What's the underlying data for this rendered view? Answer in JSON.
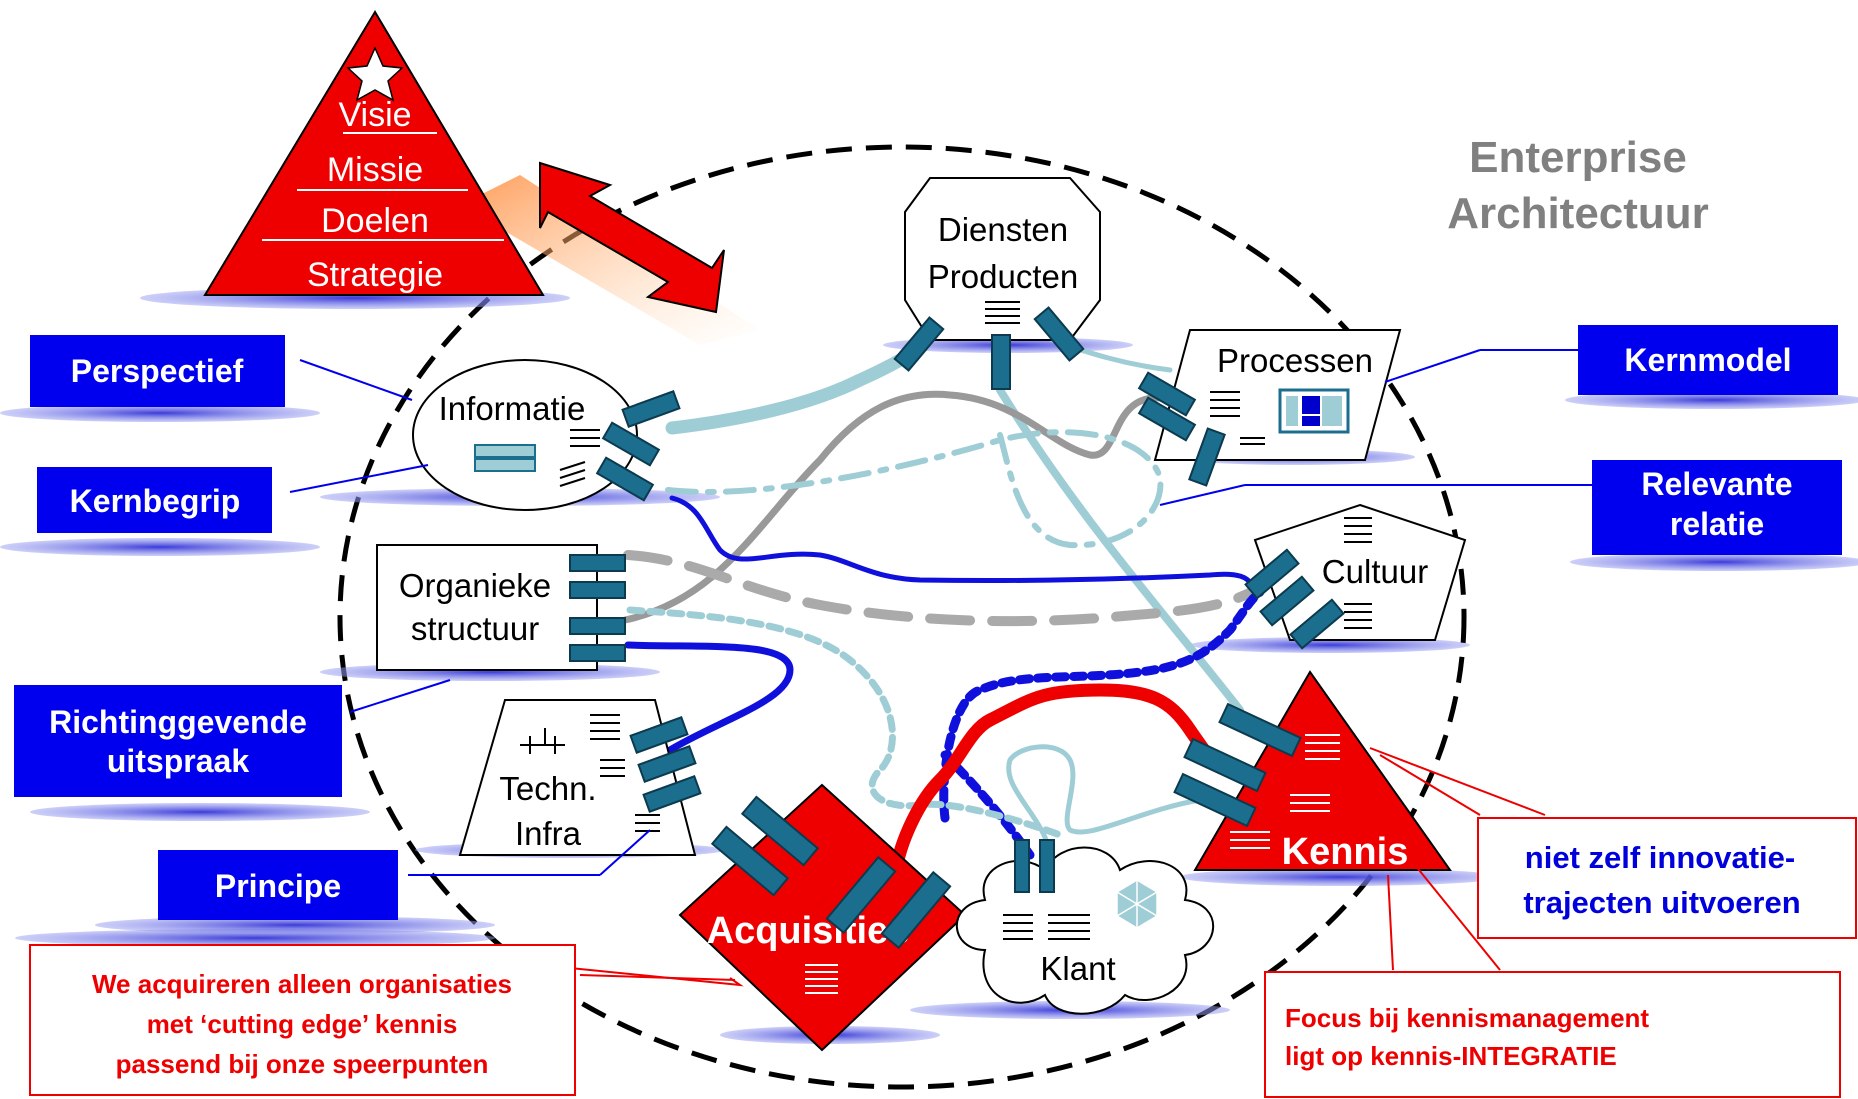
{
  "title": {
    "line1": "Enterprise",
    "line2": "Architectuur"
  },
  "pyramid": {
    "levels": [
      "Visie",
      "Missie",
      "Doelen",
      "Strategie"
    ],
    "icon": "star-icon"
  },
  "nodes": {
    "diensten": {
      "line1": "Diensten",
      "line2": "Producten"
    },
    "processen": "Processen",
    "informatie": "Informatie",
    "organisatie": {
      "line1": "Organieke",
      "line2": "structuur"
    },
    "cultuur": "Cultuur",
    "infra": {
      "line1": "Techn.",
      "line2": "Infra"
    },
    "acquisities": "Acquisities",
    "klant": "Klant",
    "kennis": "Kennis"
  },
  "labels": {
    "perspectief": "Perspectief",
    "kernbegrip": "Kernbegrip",
    "richting": {
      "line1": "Richtinggevende",
      "line2": "uitspraak"
    },
    "principe": "Principe",
    "kernmodel": "Kernmodel",
    "relevante": {
      "line1": "Relevante",
      "line2": "relatie"
    }
  },
  "callouts": {
    "acquisities": {
      "line1": "We acquireren alleen  organisaties",
      "line2": "met ‘cutting edge’ kennis",
      "line3": "passend bij onze speerpunten"
    },
    "innovatie": {
      "line1": "niet zelf innovatie-",
      "line2": "trajecten uitvoeren"
    },
    "kennismanagement": {
      "line1": "Focus bij kennismanagement",
      "line2": "ligt op kennis-INTEGRATIE"
    }
  },
  "colors": {
    "red": "#ee0000",
    "blue_label": "#0000ee",
    "port": "#1b6e8e",
    "light_blue_line": "#9fcdd6",
    "grey_line": "#999999",
    "dark_blue_line": "#1010dd",
    "title_grey": "#808080"
  }
}
